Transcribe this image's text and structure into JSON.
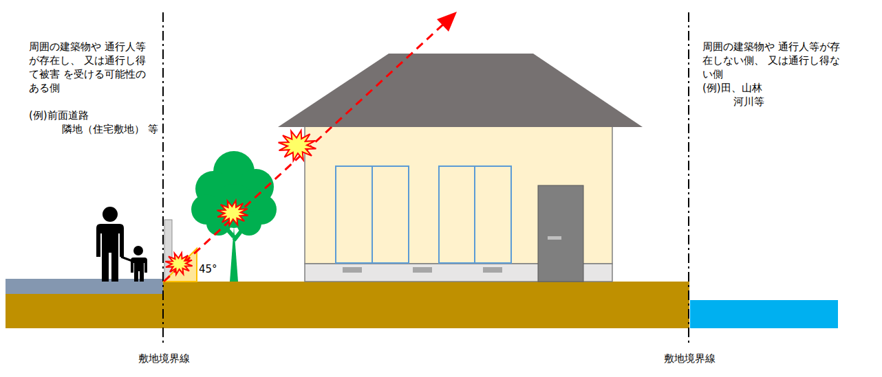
{
  "diagram": {
    "labels": [
      "周囲の建築物や 通行人等が存在し、 又は通行し得て被害 を受ける可能性のある側",
      "(例)前面道路",
      "隣地（住宅敷地） 等",
      "周囲の建築物や 通行人等が存在しない側、 又は通行し得ない側",
      "(例)田、山林",
      "河川等",
      "45°",
      "敷地境界線",
      "敷地境界線"
    ]
  }
}
